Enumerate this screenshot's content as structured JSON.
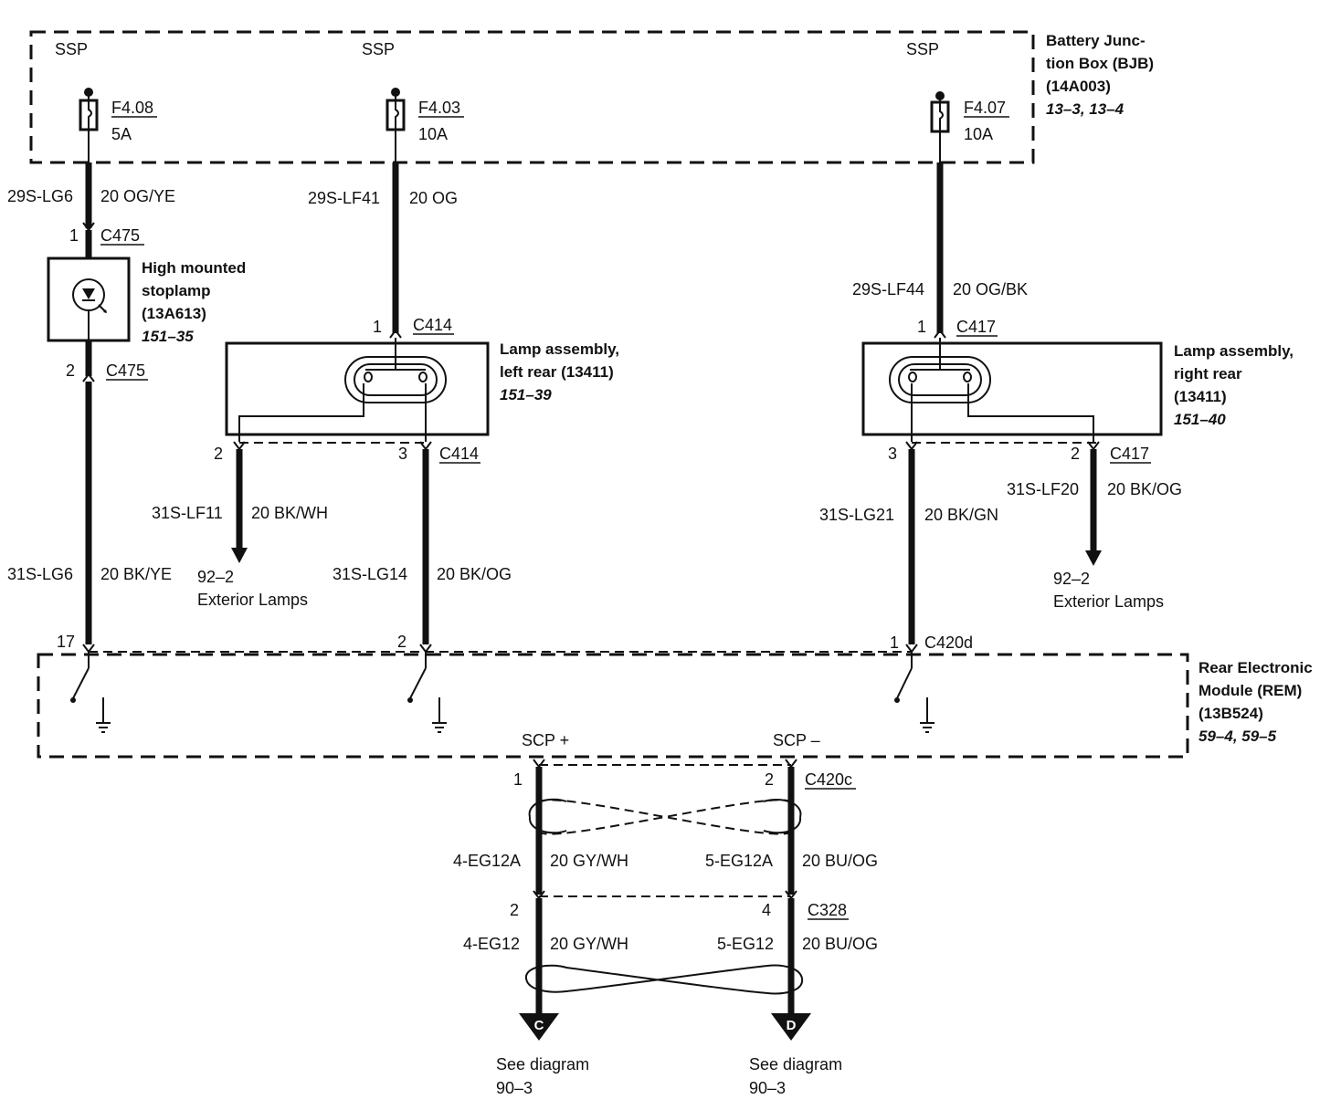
{
  "bjb": {
    "ssp": [
      "SSP",
      "SSP",
      "SSP"
    ],
    "title": [
      "Battery Junc-",
      "tion Box (BJB)",
      "(14A003)"
    ],
    "ref": "13–3, 13–4",
    "fuses": [
      {
        "id": "F4.08",
        "rating": "5A"
      },
      {
        "id": "F4.03",
        "rating": "10A"
      },
      {
        "id": "F4.07",
        "rating": "10A"
      }
    ]
  },
  "wires": {
    "w1_circuit": "29S-LG6",
    "w1_gauge": "20 OG/YE",
    "w2_circuit": "29S-LF41",
    "w2_gauge": "20 OG",
    "w3_circuit": "29S-LF44",
    "w3_gauge": "20 OG/BK",
    "w4_circuit": "31S-LG6",
    "w4_gauge": "20 BK/YE",
    "w5_circuit": "31S-LF11",
    "w5_gauge": "20 BK/WH",
    "w6_circuit": "31S-LG14",
    "w6_gauge": "20 BK/OG",
    "w7_circuit": "31S-LG21",
    "w7_gauge": "20 BK/GN",
    "w8_circuit": "31S-LF20",
    "w8_gauge": "20 BK/OG",
    "w9_circuit": "4-EG12A",
    "w9_gauge": "20 GY/WH",
    "w10_circuit": "5-EG12A",
    "w10_gauge": "20 BU/OG",
    "w11_circuit": "4-EG12",
    "w11_gauge": "20 GY/WH",
    "w12_circuit": "5-EG12",
    "w12_gauge": "20 BU/OG"
  },
  "connectors": {
    "c475": "C475",
    "c414": "C414",
    "c417": "C417",
    "c420d": "C420d",
    "c420c": "C420c",
    "c328": "C328"
  },
  "pins": {
    "p_c475_1": "1",
    "p_c475_2": "2",
    "p_c414_1": "1",
    "p_c414_2": "2",
    "p_c414_3": "3",
    "p_c417_1": "1",
    "p_c417_3": "3",
    "p_c417_2": "2",
    "p_rem_17": "17",
    "p_rem_2": "2",
    "p_rem_1": "1",
    "p_c420c_1": "1",
    "p_c420c_2": "2",
    "p_c328_2": "2",
    "p_c328_4": "4"
  },
  "components": {
    "stoplamp": {
      "name": [
        "High mounted",
        "stoplamp",
        "(13A613)"
      ],
      "ref": "151–35"
    },
    "lamp_left": {
      "name": [
        "Lamp assembly,",
        "left rear (13411)"
      ],
      "ref": "151–39"
    },
    "lamp_right": {
      "name": [
        "Lamp assembly,",
        "right rear",
        "(13411)"
      ],
      "ref": "151–40"
    },
    "rem": {
      "name": [
        "Rear Electronic",
        "Module (REM)",
        "(13B524)"
      ],
      "ref": "59–4, 59–5"
    }
  },
  "scp": {
    "plus": "SCP +",
    "minus": "SCP –"
  },
  "refs": {
    "ext_left": [
      "92–2",
      "Exterior Lamps"
    ],
    "ext_right": [
      "92–2",
      "Exterior Lamps"
    ],
    "out_c": {
      "letter": "C",
      "text": [
        "See diagram",
        "90–3"
      ]
    },
    "out_d": {
      "letter": "D",
      "text": [
        "See diagram",
        "90–3"
      ]
    }
  }
}
